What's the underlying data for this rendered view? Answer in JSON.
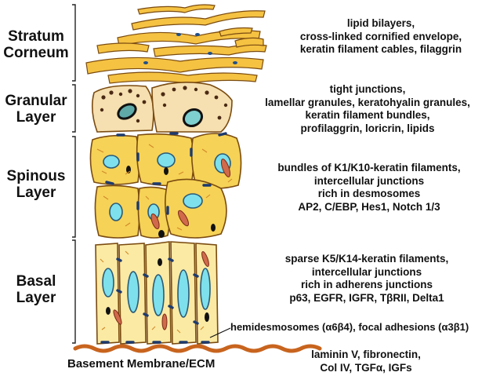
{
  "layers": [
    {
      "label_lines": [
        "Stratum",
        "Corneum"
      ],
      "description_lines": [
        "lipid bilayers,",
        "cross-linked cornified envelope,",
        "keratin filament cables, filaggrin"
      ]
    },
    {
      "label_lines": [
        "Granular",
        "Layer"
      ],
      "description_lines": [
        "tight junctions,",
        "lamellar granules, keratohyalin granules,",
        "keratin filament bundles,",
        "profilaggrin, loricrin, lipids"
      ]
    },
    {
      "label_lines": [
        "Spinous",
        "Layer"
      ],
      "description_lines": [
        "bundles of K1/K10-keratin filaments,",
        "intercellular junctions",
        "rich in desmosomes",
        "AP2, C/EBP, Hes1, Notch 1/3"
      ]
    },
    {
      "label_lines": [
        "Basal",
        "Layer"
      ],
      "description_lines": [
        "sparse K5/K14-keratin filaments,",
        "intercellular junctions",
        "rich in adherens junctions",
        "p63, EGFR, IGFR, TβRII, Delta1"
      ]
    }
  ],
  "hemidesmosome_label": "hemidesmosomes (α6β4), focal adhesions (α3β1)",
  "basement_membrane": {
    "label": "Basement Membrane/ECM",
    "description_lines": [
      "laminin V, fibronectin,",
      "Col IV, TGFα, IGFs"
    ]
  },
  "colors": {
    "corneum_fill": "#f5c242",
    "granular_fill": "#f6dfb0",
    "spinous_fill": "#f6d256",
    "basal_fill": "#fbeaa4",
    "nucleus_fill": "#7ee0ec",
    "membrane": "#c8641e",
    "junction": "#1d3a6e",
    "filament": "#d08a2a"
  }
}
